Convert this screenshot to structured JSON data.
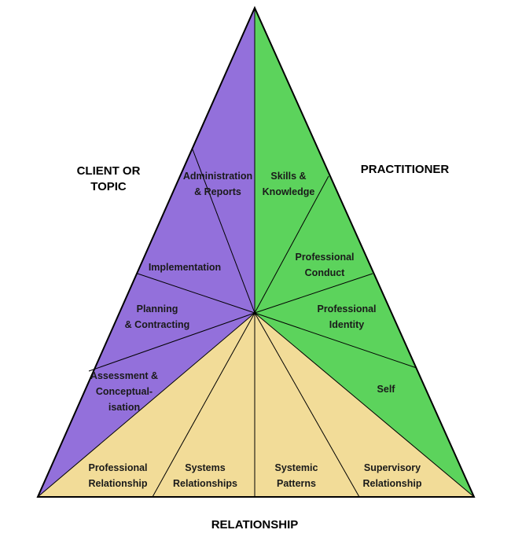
{
  "corners": {
    "client_line1": "CLIENT OR",
    "client_line2": "TOPIC",
    "practitioner": "PRACTITIONER",
    "relationship": "RELATIONSHIP"
  },
  "colors": {
    "client": "#9370DB",
    "practitioner": "#5CD35C",
    "relationship": "#F2DC98",
    "outline": "#000000"
  },
  "segments": {
    "administration": [
      "Administration",
      "& Reports"
    ],
    "implementation": [
      "Implementation"
    ],
    "planning": [
      "Planning",
      "& Contracting"
    ],
    "assessment": [
      "Assessment &",
      "Conceptual-",
      "isation"
    ],
    "skills": [
      "Skills &",
      "Knowledge"
    ],
    "conduct": [
      "Professional",
      "Conduct"
    ],
    "identity": [
      "Professional",
      "Identity"
    ],
    "self": [
      "Self"
    ],
    "professional_relationship": [
      "Professional",
      "Relationship"
    ],
    "systems_relationships": [
      "Systems",
      "Relationships"
    ],
    "systemic_patterns": [
      "Systemic",
      "Patterns"
    ],
    "supervisory_relationship": [
      "Supervisory",
      "Relationship"
    ]
  }
}
